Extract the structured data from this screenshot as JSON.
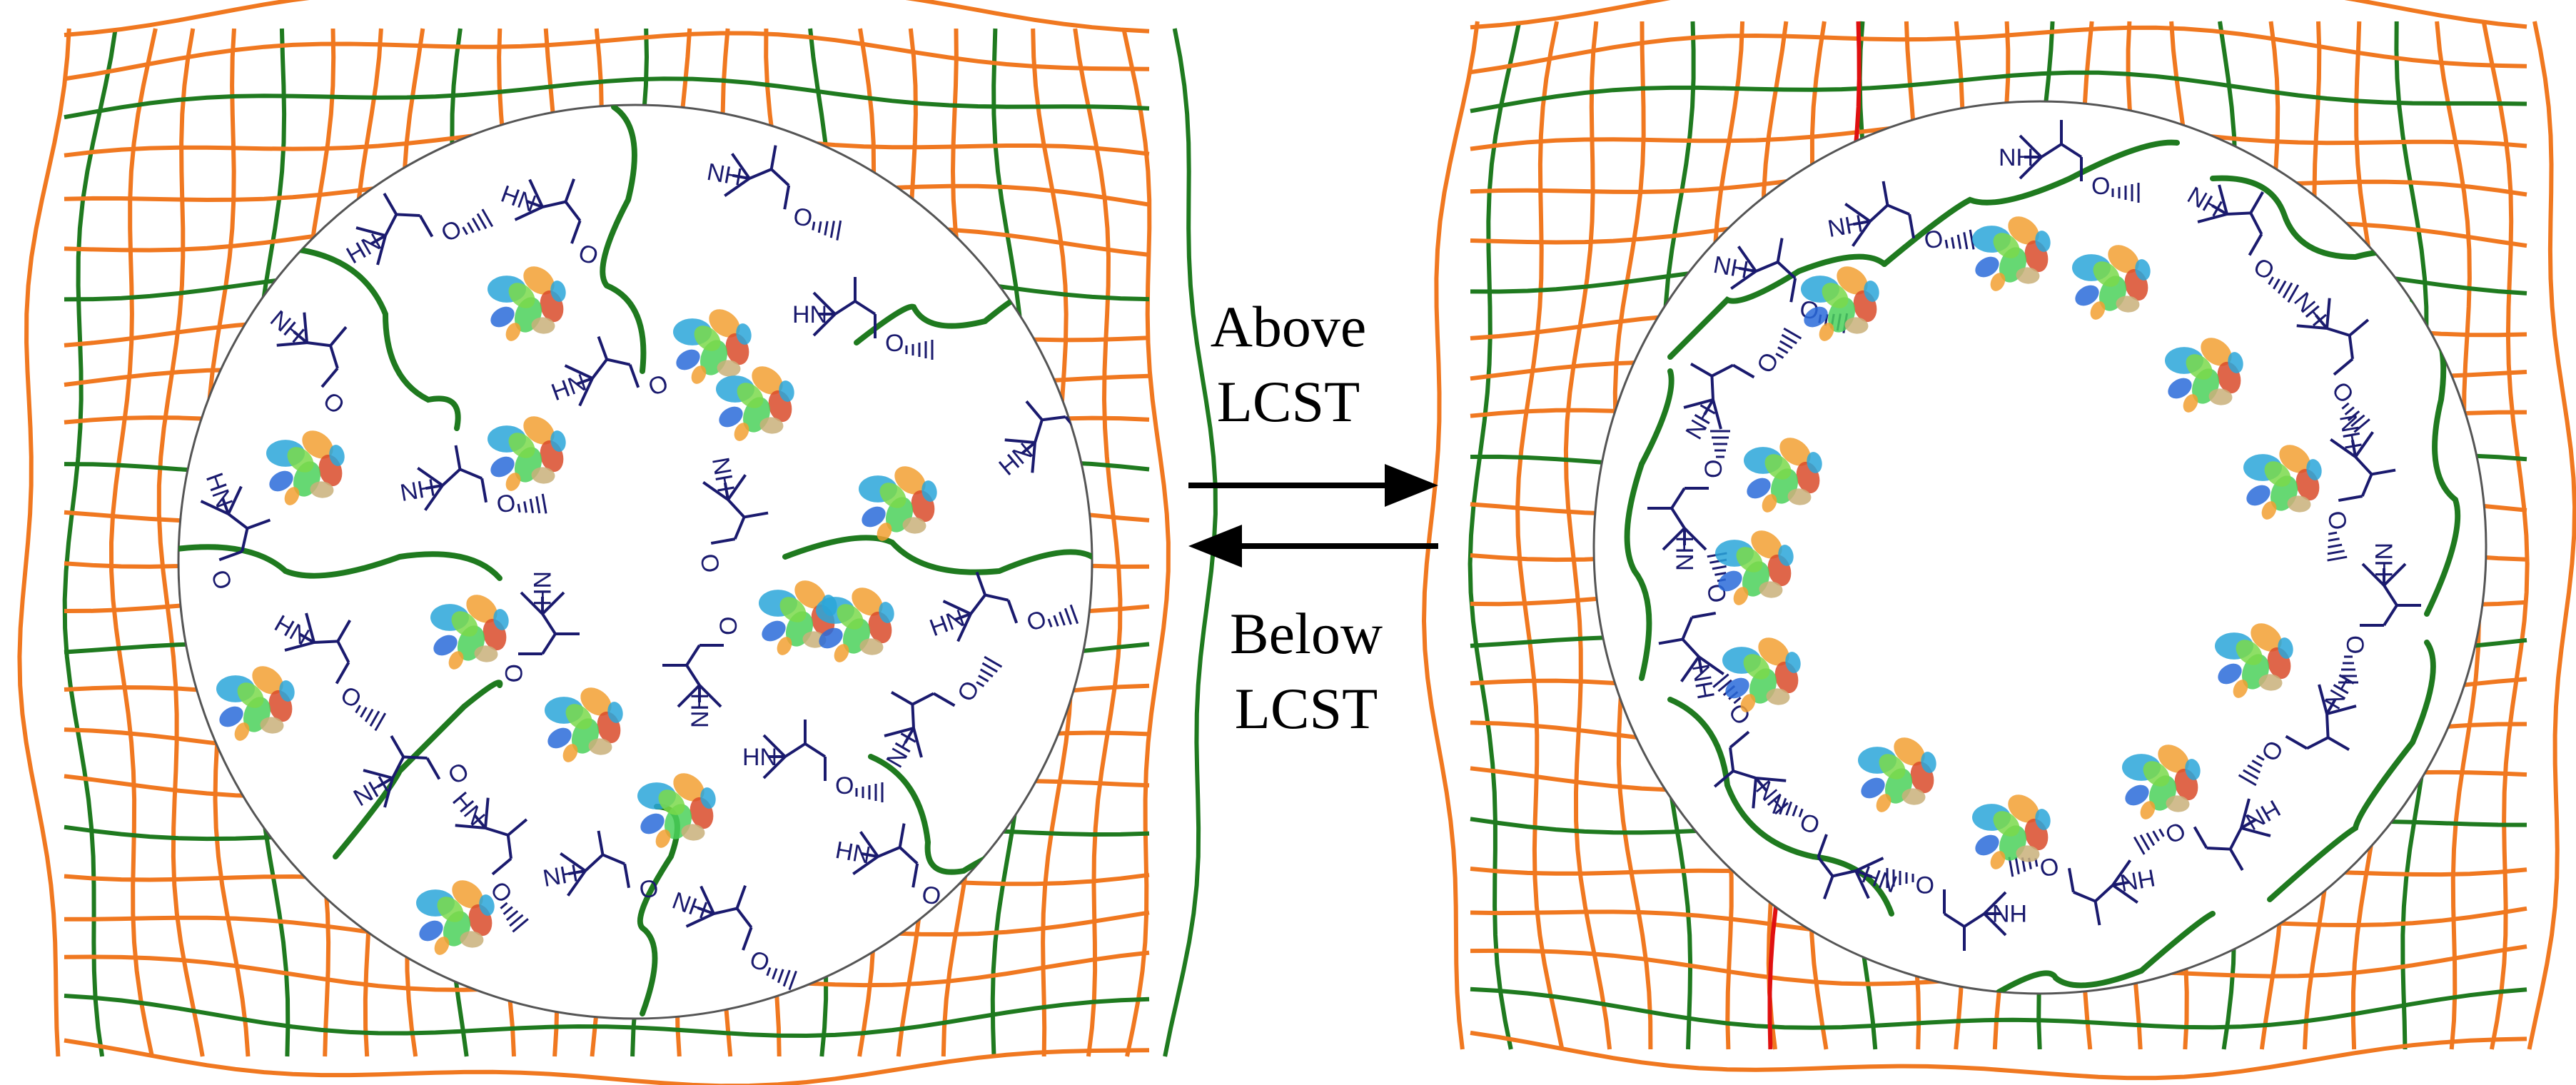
{
  "labels": {
    "forward_line1": "Above",
    "forward_line2": "LCST",
    "reverse_line1": "Below",
    "reverse_line2": "LCST"
  },
  "groups": {
    "amide_nh": "NH",
    "amide_hn": "HN",
    "amide_o": "O"
  },
  "colors": {
    "network_orange": "#f07820",
    "network_green": "#1f7a1f",
    "crosslink_red": "#e01010",
    "polymer_navy": "#1a1a6e",
    "circle_border": "#555555"
  }
}
